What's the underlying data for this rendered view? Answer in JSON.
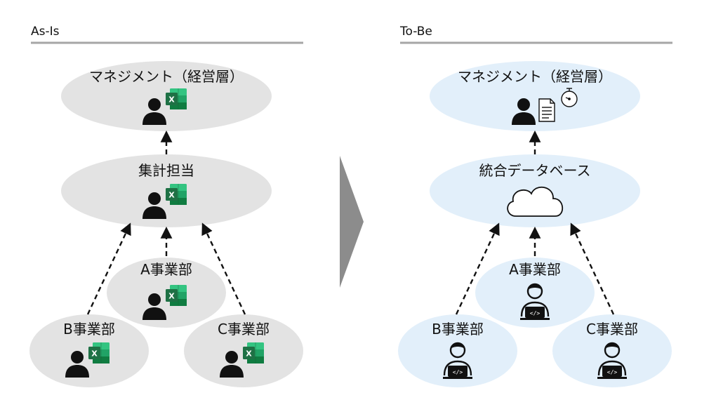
{
  "sections": {
    "as_is": {
      "title": "As-Is"
    },
    "to_be": {
      "title": "To-Be"
    }
  },
  "as_is": {
    "management": "マネジメント（経営層）",
    "aggregator": "集計担当",
    "division_a": "A事業部",
    "division_b": "B事業部",
    "division_c": "C事業部"
  },
  "to_be": {
    "management": "マネジメント（経営層）",
    "database": "統合データベース",
    "division_a": "A事業部",
    "division_b": "B事業部",
    "division_c": "C事業部"
  },
  "icons": {
    "excel_letter": "X"
  },
  "colors": {
    "as_is_node": "#e3e3e3",
    "to_be_node": "#e2effa",
    "arrow": "#111111",
    "transition_arrow": "#8c8c8c",
    "excel_green": "#1e7145",
    "section_rule": "#a6a6a6"
  }
}
